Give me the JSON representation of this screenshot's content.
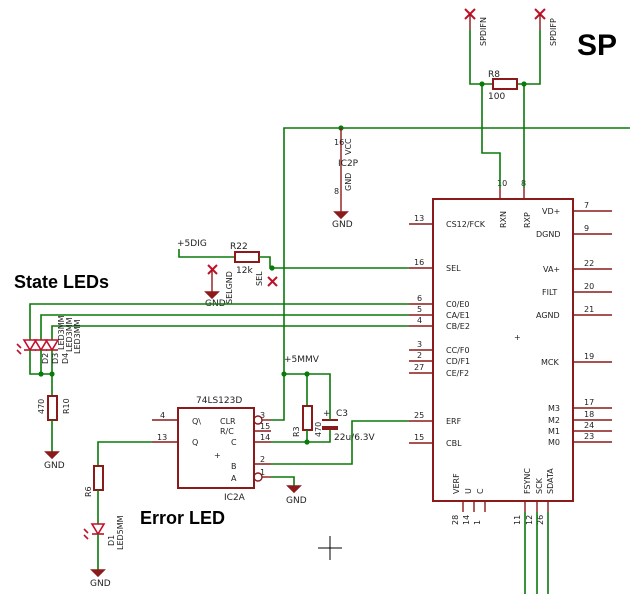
{
  "labels": {
    "state_leds": "State LEDs",
    "error_led": "Error LED",
    "big_title": "SP"
  },
  "nets": {
    "p5dig": "+5DIG",
    "p5mmv": "+5MMV",
    "gnd": "GND",
    "spdifn": "SPDIFN",
    "spdifp": "SPDIFP",
    "selgnd": "SELGND",
    "sel": "SEL"
  },
  "components": {
    "r8": {
      "ref": "R8",
      "value": "100"
    },
    "r22": {
      "ref": "R22",
      "value": "12k"
    },
    "r10": {
      "ref": "R10",
      "value": "470"
    },
    "r6": {
      "ref": "R6",
      "value": ""
    },
    "r3": {
      "ref": "R3",
      "value": "470"
    },
    "c3": {
      "ref": "C3",
      "value": "22u/6.3V"
    },
    "ic2p": {
      "ref": "IC2P",
      "vcc": "VCC",
      "gnd": "GND",
      "pin_vcc": "16",
      "pin_gnd": "8"
    },
    "ic2a": {
      "part": "74LS123D",
      "ref": "IC2A",
      "pins": {
        "q_not": "Q\\",
        "q": "Q",
        "clr": "CLR",
        "rc": "R/C",
        "c": "C",
        "b": "B",
        "a": "A"
      },
      "nums": {
        "q_not": "4",
        "q": "13",
        "clr": "3",
        "rc": "15",
        "c": "14",
        "b": "2",
        "a": "1"
      }
    },
    "d1": {
      "ref": "D1",
      "value": "LED5MM"
    },
    "led_group": [
      "LED3MM",
      "LED3MM",
      "LED3MM"
    ],
    "led_refs": [
      "D2",
      "D3",
      "D4"
    ]
  },
  "main_ic": {
    "top_pins": [
      {
        "num": "10",
        "name": "RXN"
      },
      {
        "num": "8",
        "name": "RXP"
      }
    ],
    "left_pins": [
      {
        "num": "13",
        "name": "CS12/FCK"
      },
      {
        "num": "16",
        "name": "SEL"
      },
      {
        "num": "6",
        "name": "C0/E0"
      },
      {
        "num": "5",
        "name": "CA/E1"
      },
      {
        "num": "4",
        "name": "CB/E2"
      },
      {
        "num": "3",
        "name": "CC/F0"
      },
      {
        "num": "2",
        "name": "CD/F1"
      },
      {
        "num": "27",
        "name": "CE/F2"
      },
      {
        "num": "25",
        "name": "ERF"
      },
      {
        "num": "15",
        "name": "CBL"
      }
    ],
    "right_pins": [
      {
        "num": "7",
        "name": "VD+"
      },
      {
        "num": "9",
        "name": "DGND"
      },
      {
        "num": "22",
        "name": "VA+"
      },
      {
        "num": "20",
        "name": "FILT"
      },
      {
        "num": "21",
        "name": "AGND"
      },
      {
        "num": "19",
        "name": "MCK"
      },
      {
        "num": "17",
        "name": "M3"
      },
      {
        "num": "18",
        "name": "M2"
      },
      {
        "num": "24",
        "name": "M1"
      },
      {
        "num": "23",
        "name": "M0"
      }
    ],
    "bottom_pins": [
      {
        "num": "28",
        "name": "VERF"
      },
      {
        "num": "14",
        "name": "U"
      },
      {
        "num": "1",
        "name": "C"
      },
      {
        "num": "11",
        "name": "FSYNC"
      },
      {
        "num": "12",
        "name": "SCK"
      },
      {
        "num": "26",
        "name": "SDATA"
      }
    ]
  }
}
